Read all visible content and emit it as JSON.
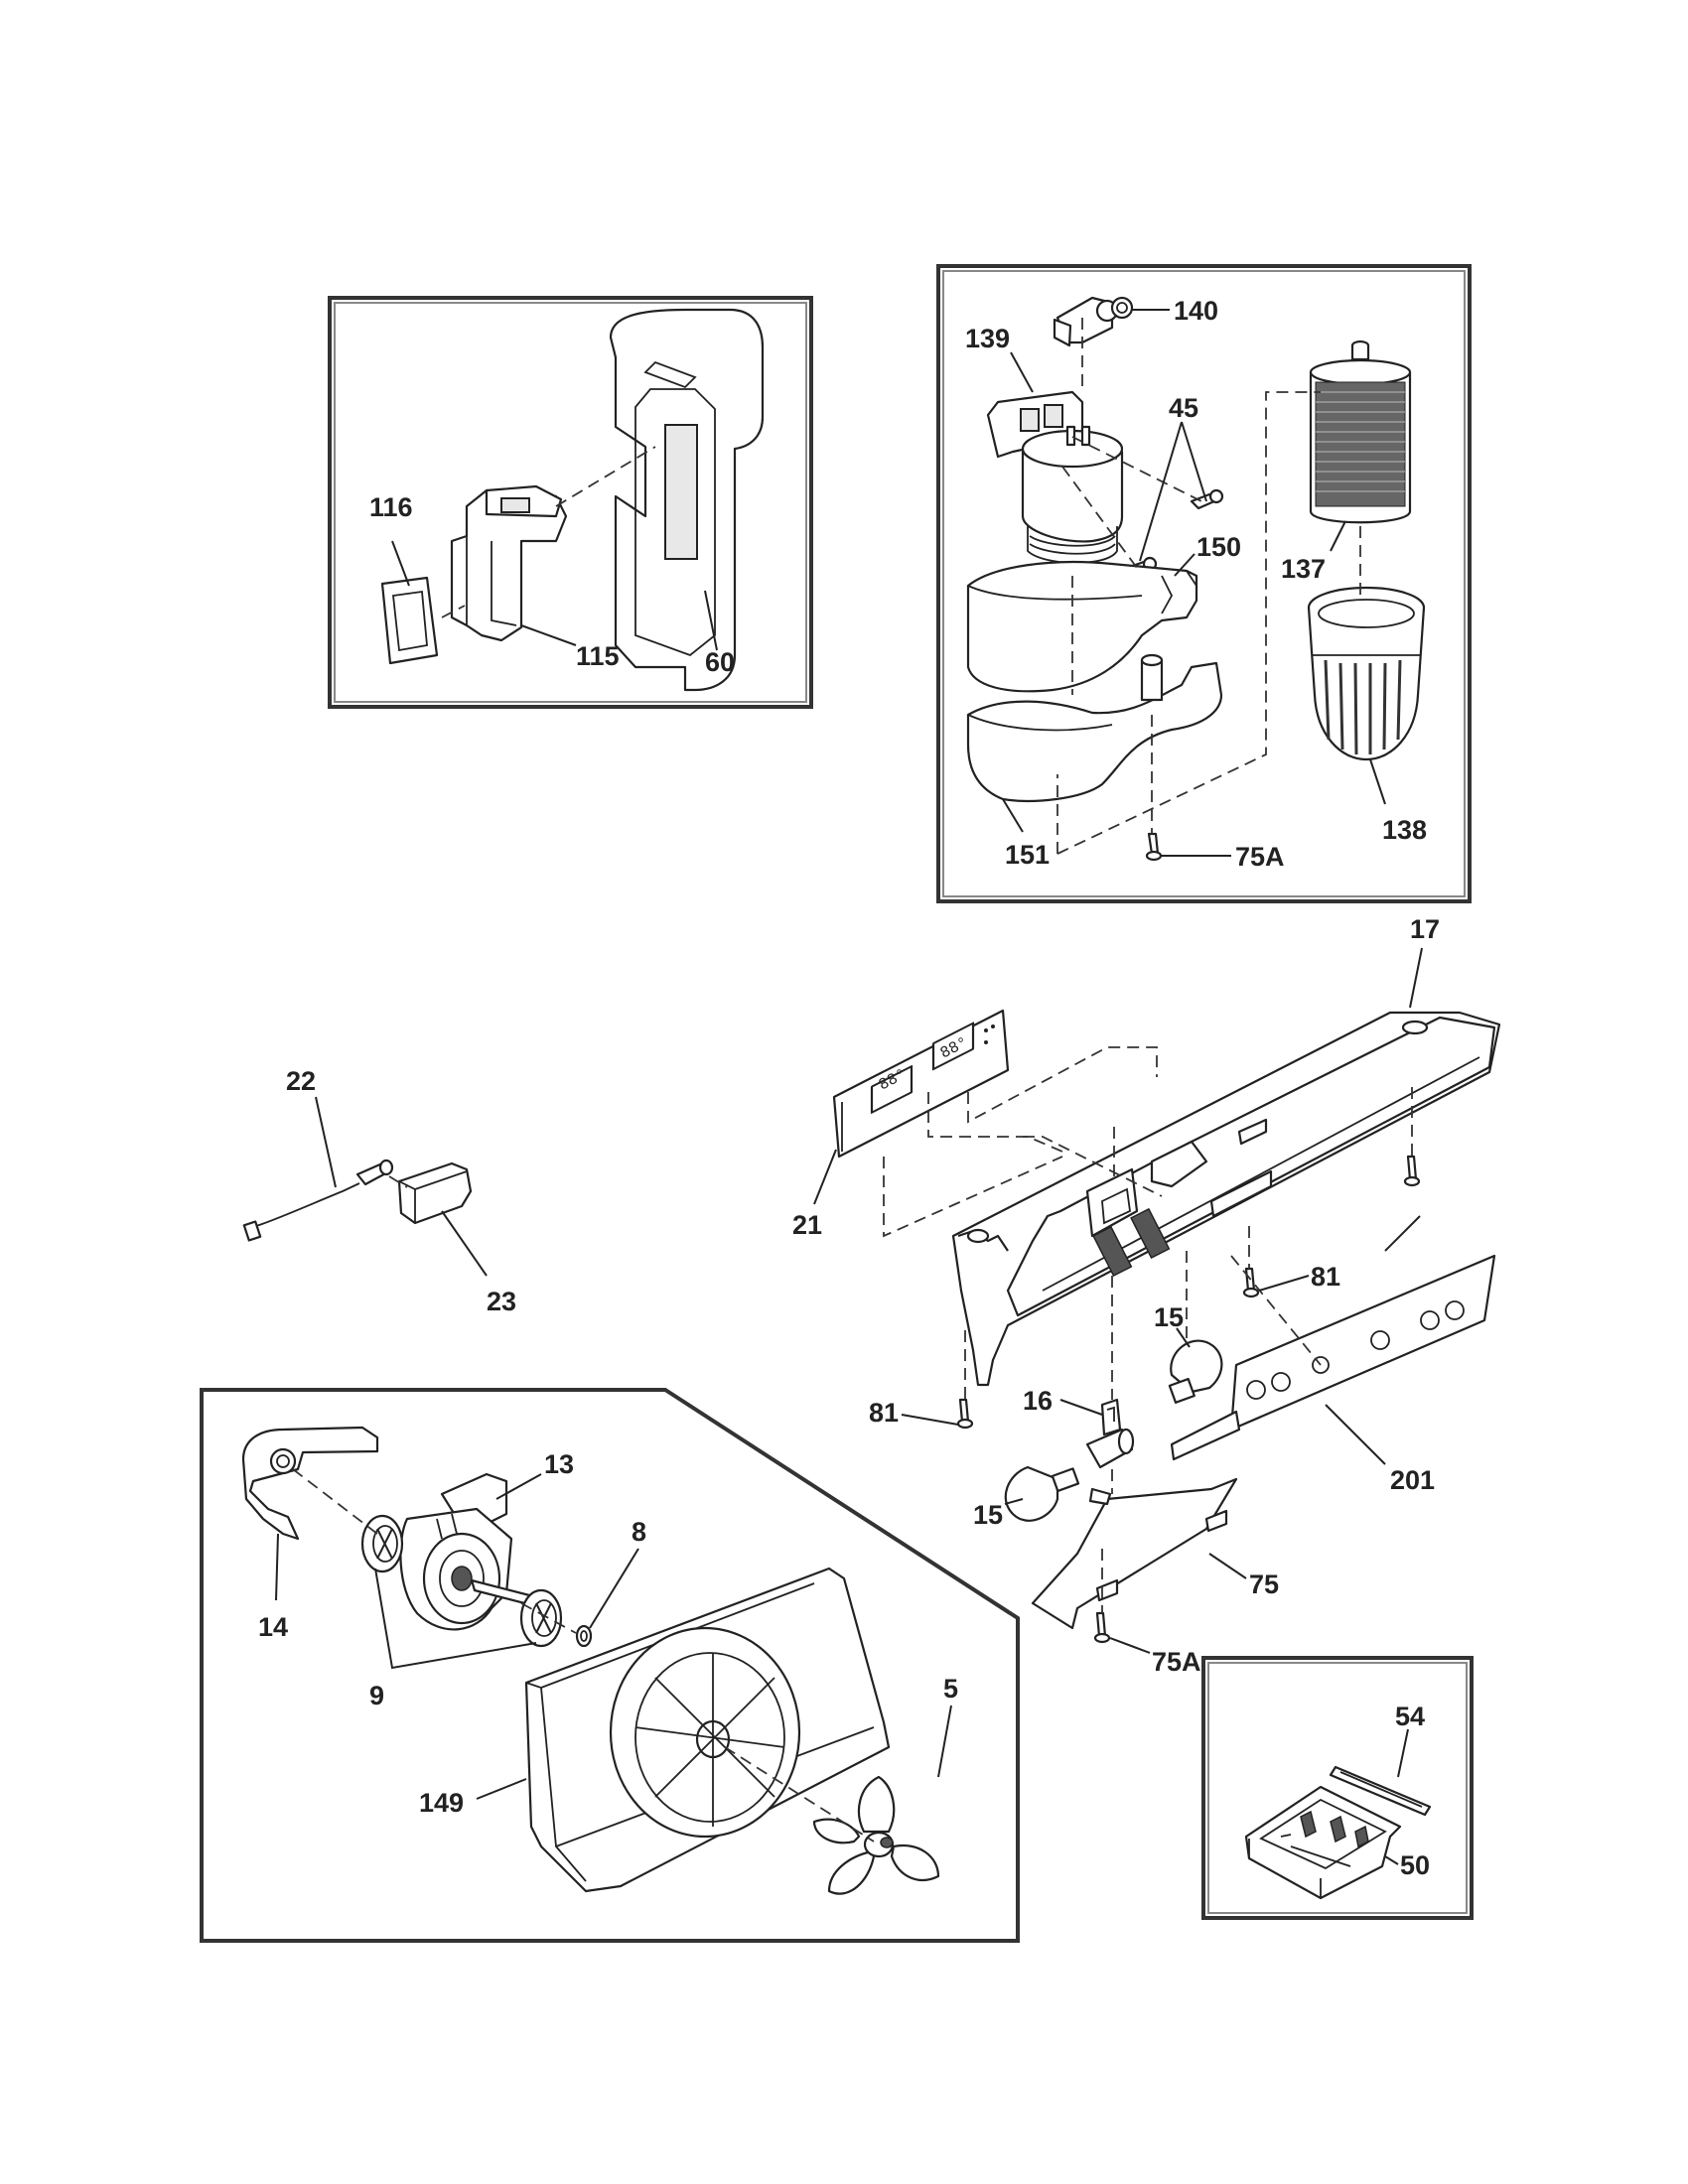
{
  "labels": {
    "l116": "116",
    "l115": "115",
    "l60": "60",
    "l139": "139",
    "l140": "140",
    "l45": "45",
    "l150": "150",
    "l137": "137",
    "l151": "151",
    "l75a_top": "75A",
    "l138": "138",
    "l17": "17",
    "l22": "22",
    "l23": "23",
    "l21": "21",
    "l81_right": "81",
    "l15_top": "15",
    "l16": "16",
    "l81_left": "81",
    "l201": "201",
    "l15_bottom": "15",
    "l75": "75",
    "l75a_bottom": "75A",
    "l13": "13",
    "l8": "8",
    "l14": "14",
    "l9": "9",
    "l5": "5",
    "l149": "149",
    "l54": "54",
    "l50": "50"
  },
  "display_text": {
    "left_display": "88°",
    "right_display": "88°"
  }
}
